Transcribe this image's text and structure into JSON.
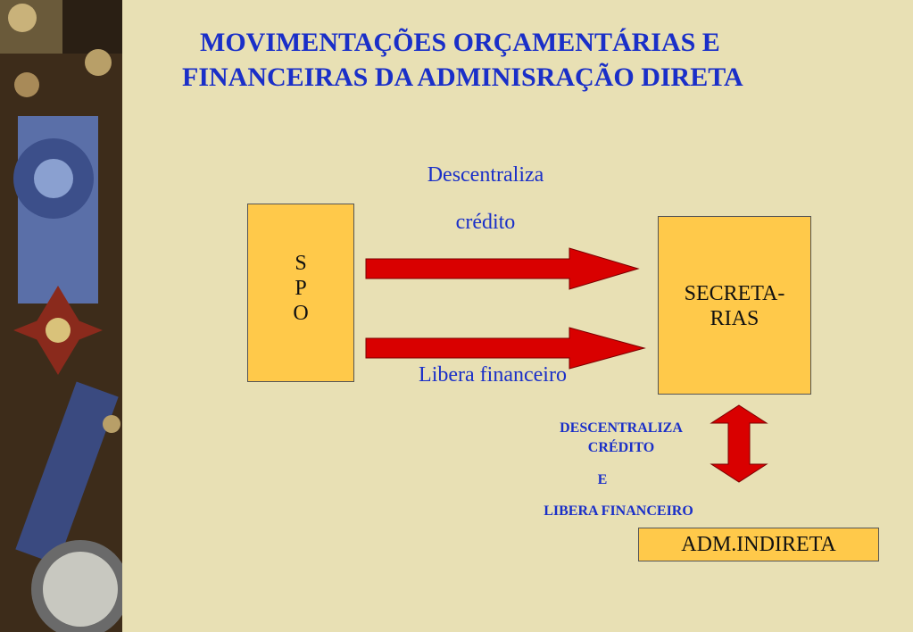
{
  "title": {
    "line1": "MOVIMENTAÇÕES ORÇAMENTÁRIAS E",
    "line2": "FINANCEIRAS DA ADMINISRAÇÃO DIRETA"
  },
  "spo": {
    "l1": "S",
    "l2": "P",
    "l3": "O"
  },
  "secretarias": {
    "l1": "SECRETA-",
    "l2": "RIAS"
  },
  "adm_indireta": "ADM.INDIRETA",
  "arrow_top": {
    "label1": "Descentraliza",
    "label2": "crédito"
  },
  "arrow_bottom": {
    "label": "Libera financeiro"
  },
  "vertical": {
    "l1": "DESCENTRALIZA",
    "l2": "CRÉDITO",
    "l3": "E",
    "l4": "LIBERA FINANCEIRO"
  },
  "colors": {
    "title": "#1a2fc8",
    "box": "#ffc94a",
    "arrow": "#d90000",
    "background": "#e8e0b4"
  }
}
